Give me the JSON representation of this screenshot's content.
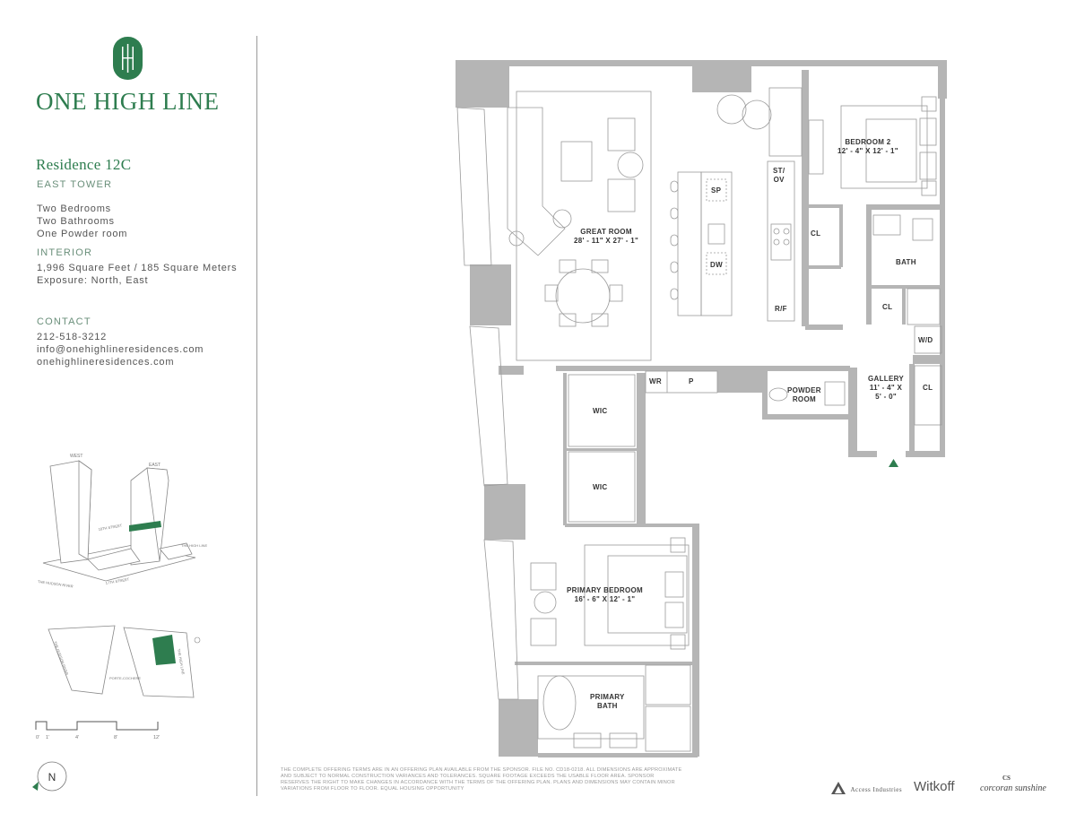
{
  "brand": {
    "name": "ONE HIGH LINE"
  },
  "residence": {
    "title": "Residence 12C",
    "tower": "EAST TOWER",
    "features": [
      "Two Bedrooms",
      "Two Bathrooms",
      "One Powder room"
    ],
    "interior_heading": "INTERIOR",
    "area": "1,996 Square Feet / 185 Square Meters",
    "exposure": "Exposure: North, East"
  },
  "contact": {
    "heading": "CONTACT",
    "phone": "212-518-3212",
    "email": "info@onehighlineresidences.com",
    "website": "onehighlineresidences.com"
  },
  "key_plan": {
    "tower_labels": {
      "west": "WEST",
      "east": "EAST"
    },
    "street_labels": [
      "18TH STREET",
      "THE HIGH LINE",
      "THE HUDSON RIVER",
      "17TH STREET"
    ],
    "site_labels": [
      "THE HUDSON RIVER",
      "PORTE-COCHERE",
      "THE HIGH LINE"
    ]
  },
  "scale": {
    "ticks": [
      "0'",
      "1'",
      "4'",
      "8'",
      "12'"
    ]
  },
  "compass": {
    "label": "N"
  },
  "rooms": {
    "great_room": {
      "name": "GREAT ROOM",
      "dims": "28' - 11\" X 27' - 1\""
    },
    "bedroom2": {
      "name": "BEDROOM 2",
      "dims": "12' - 4\" X 12' - 1\""
    },
    "bath": "BATH",
    "cl_kitchen": "CL",
    "cl_bath": "CL",
    "cl_gallery": "CL",
    "wd": "W/D",
    "st_ov": [
      "ST/",
      "OV"
    ],
    "sp": "SP",
    "dw": "DW",
    "rf": "R/F",
    "wr": "WR",
    "p": "P",
    "powder": [
      "POWDER",
      "ROOM"
    ],
    "gallery": {
      "name": "GALLERY",
      "dims1": "11' - 4\" X",
      "dims2": "5' - 0\""
    },
    "wic1": "WIC",
    "wic2": "WIC",
    "primary_bedroom": {
      "name": "PRIMARY BEDROOM",
      "dims": "16' - 6\" X 12' - 1\""
    },
    "primary_bath": [
      "PRIMARY",
      "BATH"
    ]
  },
  "disclaimer": "THE COMPLETE OFFERING TERMS ARE IN AN OFFERING PLAN AVAILABLE FROM THE SPONSOR. FILE NO. CD18-0218. ALL DIMENSIONS ARE APPROXIMATE AND SUBJECT TO NORMAL CONSTRUCTION VARIANCES AND TOLERANCES. SQUARE FOOTAGE EXCEEDS THE USABLE FLOOR AREA. SPONSOR RESERVES THE RIGHT TO MAKE CHANGES IN ACCORDANCE WITH THE TERMS OF THE OFFERING PLAN. PLANS AND DIMENSIONS MAY CONTAIN MINOR VARIATIONS FROM FLOOR TO FLOOR. EQUAL HOUSING OPPORTUNITY",
  "partners": {
    "access": "Access Industries",
    "witkoff": "Witkoff",
    "corcoran_mark": "CS",
    "corcoran": "corcoran sunshine"
  },
  "colors": {
    "brand_green": "#2e7d4f",
    "wall_gray": "#b5b5b5"
  }
}
